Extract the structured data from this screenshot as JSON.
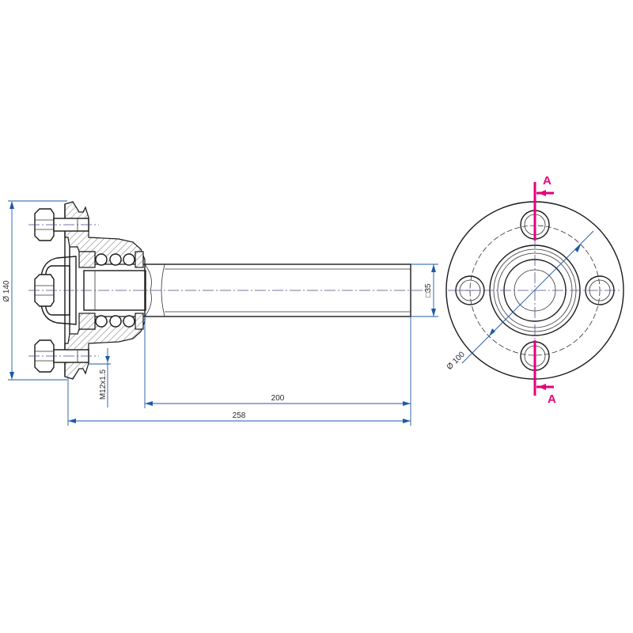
{
  "dimensions": {
    "flange_diameter": "Ø 140",
    "thread": "M12x1.5",
    "shaft_length": "200",
    "overall_length": "258",
    "square_section": "□35",
    "bolt_circle": "Ø 100"
  },
  "section_marks": {
    "top": "A",
    "bottom": "A"
  },
  "colors": {
    "outline": "#1a1a1a",
    "dimension": "#1e5aa8",
    "centerline": "#4a4a8a",
    "section_plane": "#e6007e"
  }
}
